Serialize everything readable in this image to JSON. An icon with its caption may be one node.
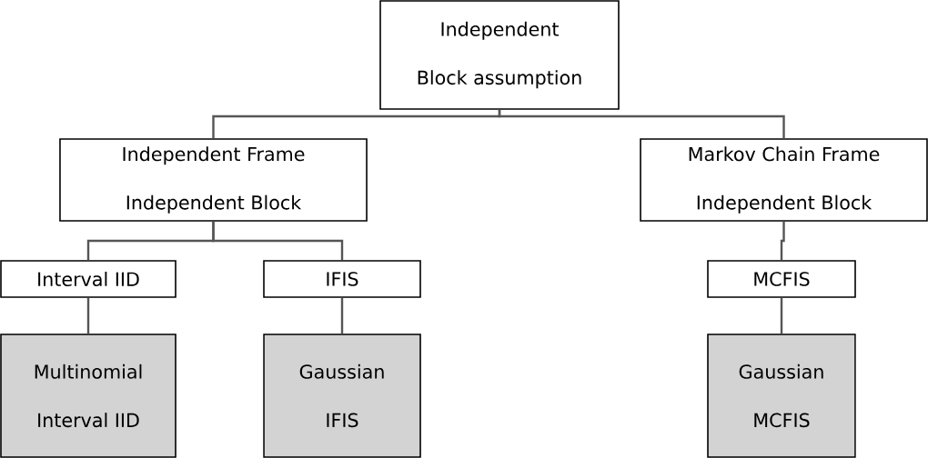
{
  "diagram": {
    "nodes": [
      {
        "text": [
          "Independent",
          "Block assumption"
        ]
      },
      {
        "text": [
          "Independent Frame",
          "Independent Block"
        ]
      },
      {
        "text": [
          "Markov Chain Frame",
          "Independent Block"
        ]
      },
      {
        "text": [
          "Interval IID"
        ]
      },
      {
        "text": [
          "IFIS"
        ]
      },
      {
        "text": [
          "MCFIS"
        ]
      },
      {
        "text": [
          "Multinomial",
          "Interval IID"
        ]
      },
      {
        "text": [
          "Gaussian",
          "IFIS"
        ]
      },
      {
        "text": [
          "Gaussian",
          "MCFIS"
        ]
      }
    ],
    "edges": [
      {
        "from": 0,
        "to": 1,
        "arrow": "none"
      },
      {
        "from": 0,
        "to": 2,
        "arrow": "none"
      },
      {
        "from": 1,
        "to": 3,
        "arrow": "none"
      },
      {
        "from": 1,
        "to": 4,
        "arrow": "none"
      },
      {
        "from": 2,
        "to": 5,
        "arrow": "none"
      },
      {
        "from": 3,
        "to": 6,
        "arrow": "none"
      },
      {
        "from": 4,
        "to": 7,
        "arrow": "none"
      },
      {
        "from": 5,
        "to": 8,
        "arrow": "none"
      }
    ]
  }
}
